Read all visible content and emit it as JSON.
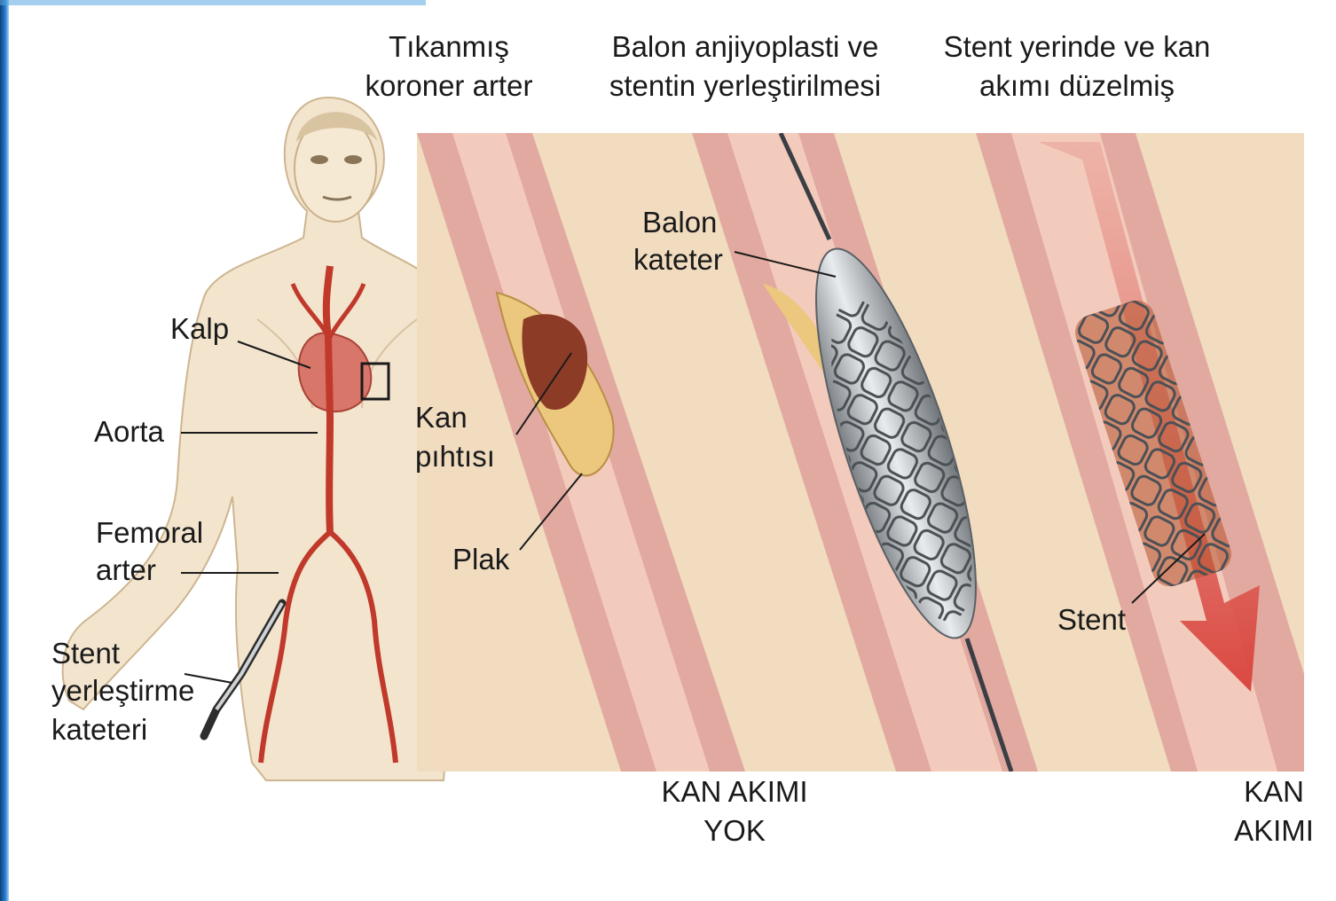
{
  "titles": {
    "blocked_line1": "Tıkanmış",
    "blocked_line2": "koroner arter",
    "balloon_line1": "Balon anjiyoplasti ve",
    "balloon_line2": "stentin yerleştirilmesi",
    "stent_line1": "Stent yerinde ve kan",
    "stent_line2": "akımı düzelmiş"
  },
  "labels": {
    "kalp": "Kalp",
    "aorta": "Aorta",
    "femoral_line1": "Femoral",
    "femoral_line2": "arter",
    "catheter_line1": "Stent",
    "catheter_line2": "yerleştirme",
    "catheter_line3": "kateteri",
    "kan_line1": "Kan",
    "kan_line2": "pıhtısı",
    "plak": "Plak",
    "balon_line1": "Balon",
    "balon_line2": "kateter",
    "stent": "Stent"
  },
  "bottom": {
    "no_flow_line1": "KAN AKIMI",
    "no_flow_line2": "YOK",
    "flow_line1": "KAN",
    "flow_line2": "AKIMI"
  },
  "colors": {
    "tissue": "#f1dcc0",
    "vessel_wall": "#e2a9a0",
    "vessel_lumen": "#f3cbbd",
    "plaque": "#ecc77e",
    "clot": "#8c3b26",
    "stent_metal": "#8f9498",
    "artery_red": "#c0392b",
    "flow_arrow": "#d8413a",
    "left_bar": "#2a7fd0"
  }
}
